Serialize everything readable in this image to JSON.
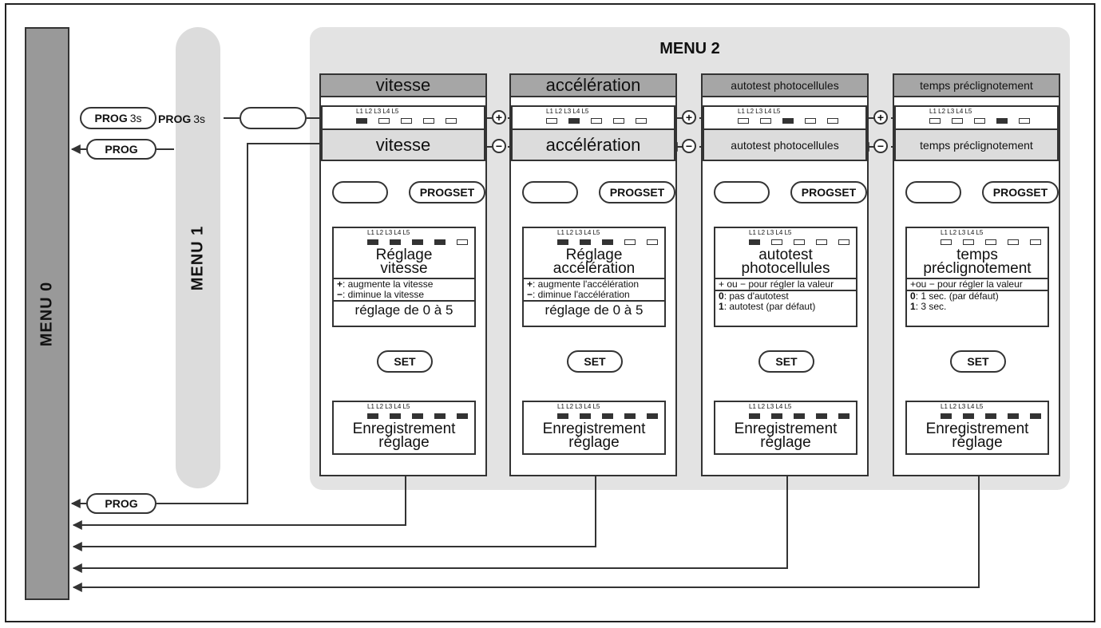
{
  "menus": {
    "menu0": "MENU 0",
    "menu1": "MENU 1",
    "menu2": "MENU 2"
  },
  "buttons": {
    "prog3s_a": {
      "bold": "PROG",
      "light": "3s"
    },
    "prog3s_b": {
      "bold": "PROG",
      "light": "3s"
    },
    "prog_1": "PROG",
    "prog_2": "PROG",
    "progset": "PROGSET",
    "set": "SET"
  },
  "led_labels": "L1 L2 L3 L4 L5",
  "columns": [
    {
      "header": "vitesse",
      "selected": "vitesse",
      "sel_leds": [
        1,
        0,
        0,
        0,
        0
      ],
      "adj_leds": [
        1,
        1,
        1,
        1,
        0
      ],
      "adj_title": [
        "Réglage",
        "vitesse"
      ],
      "desc": [
        {
          "sym": "+",
          "text": ": augmente la vitesse"
        },
        {
          "sym": "−",
          "text": ": diminue la vitesse"
        }
      ],
      "range": "réglage de 0 à 5",
      "save_leds": [
        1,
        1,
        1,
        1,
        1
      ],
      "save_title": [
        "Enregistrement",
        "réglage"
      ]
    },
    {
      "header": "accélération",
      "selected": "accélération",
      "sel_leds": [
        0,
        1,
        0,
        0,
        0
      ],
      "adj_leds": [
        1,
        1,
        1,
        0,
        0
      ],
      "adj_title": [
        "Réglage",
        "accélération"
      ],
      "desc": [
        {
          "sym": "+",
          "text": ": augmente l'accélération"
        },
        {
          "sym": "−",
          "text": ": diminue l'accélération"
        }
      ],
      "range": "réglage de 0 à 5",
      "save_leds": [
        1,
        1,
        1,
        1,
        1
      ],
      "save_title": [
        "Enregistrement",
        "réglage"
      ]
    },
    {
      "header": "autotest photocellules",
      "selected": "autotest photocellules",
      "sel_leds": [
        0,
        0,
        1,
        0,
        0
      ],
      "adj_leds": [
        1,
        0,
        0,
        0,
        0
      ],
      "adj_title": [
        "autotest",
        "photocellules"
      ],
      "desc_line": "+ ou − pour régler la valeur",
      "options": [
        {
          "sym": "0",
          "text": ": pas d'autotest"
        },
        {
          "sym": "1",
          "text": ": autotest (par défaut)"
        }
      ],
      "save_leds": [
        1,
        1,
        1,
        1,
        1
      ],
      "save_title": [
        "Enregistrement",
        "réglage"
      ]
    },
    {
      "header": "temps préclignotement",
      "selected": "temps préclignotement",
      "sel_leds": [
        0,
        0,
        0,
        1,
        0
      ],
      "adj_leds": [
        0,
        0,
        0,
        0,
        0
      ],
      "adj_title": [
        "temps",
        "préclignotement"
      ],
      "desc_line": "+ou − pour régler la valeur",
      "options": [
        {
          "sym": "0",
          "text": ": 1 sec. (par défaut)"
        },
        {
          "sym": "1",
          "text": ": 3 sec."
        }
      ],
      "save_leds": [
        1,
        1,
        1,
        1,
        1
      ],
      "save_title": [
        "Enregistrement",
        "réglage"
      ]
    }
  ],
  "signs": {
    "plus": "+",
    "minus": "−"
  }
}
